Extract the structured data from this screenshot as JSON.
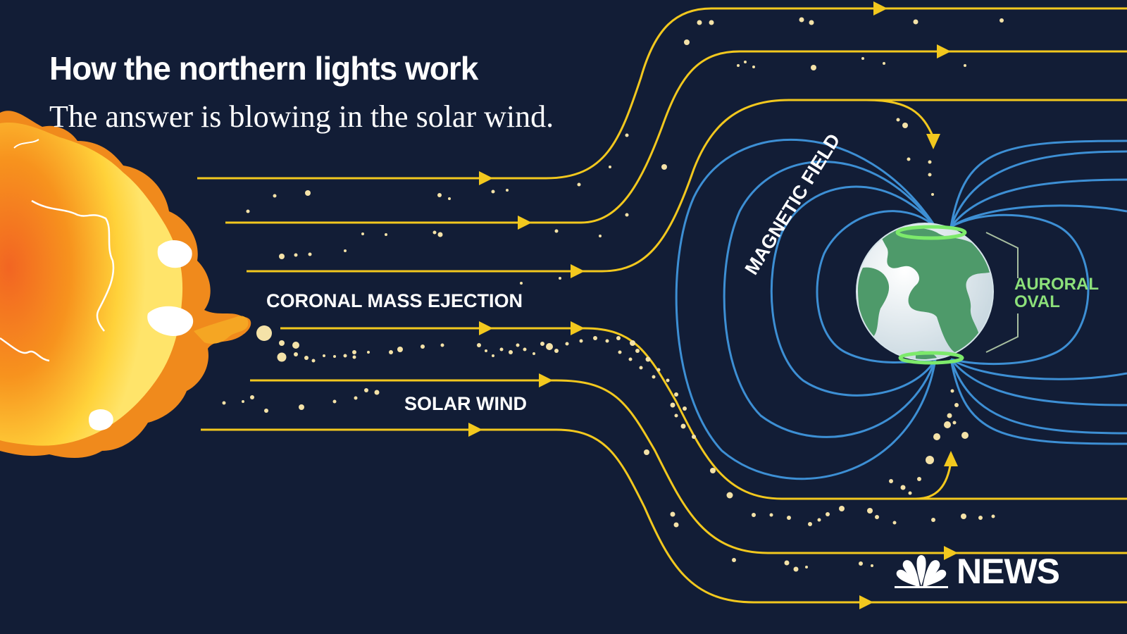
{
  "title": "How the northern lights work",
  "subtitle": "The answer is blowing in the solar wind.",
  "labels": {
    "coronal_mass_ejection": "CORONAL MASS EJECTION",
    "solar_wind": "SOLAR WIND",
    "magnetic_field": "MAGNETIC FIELD",
    "auroral_oval_line1": "AURORAL",
    "auroral_oval_line2": "OVAL"
  },
  "logo": {
    "icon": "peacock-icon",
    "text": "NEWS"
  },
  "colors": {
    "background": "#121d36",
    "wind_line": "#f2c81e",
    "particle": "#f4e2a8",
    "magnetic_field": "#3d8fd4",
    "auroral_ring": "#7dea6b",
    "auroral_text": "#8ce07a",
    "land": "#4e9a6a",
    "ocean": "#e6eef2",
    "sun_core": "#f47a1f",
    "sun_glow": "#ffd23a",
    "sun_corona": "#f08a1c"
  }
}
